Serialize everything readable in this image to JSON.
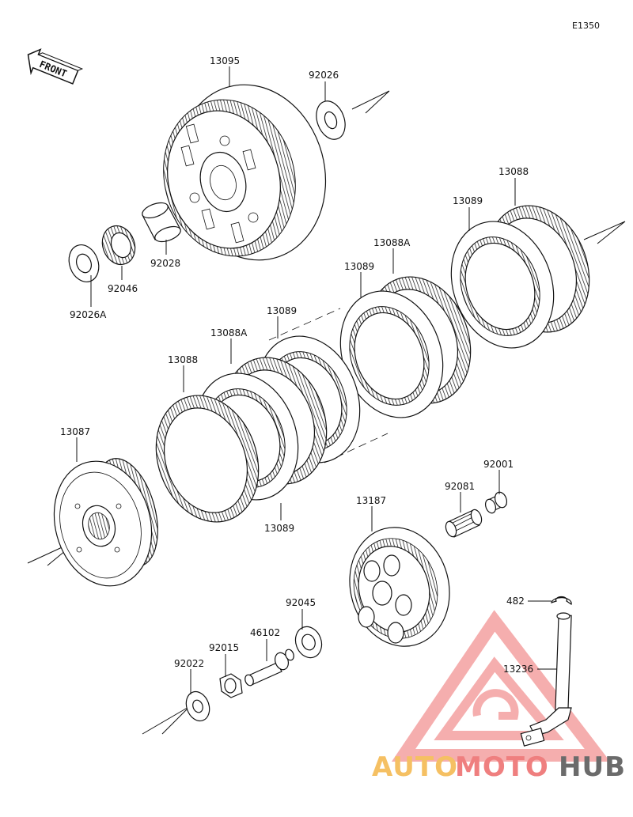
{
  "diagram_code": "E1350",
  "front_label": "FRONT",
  "labels": {
    "p13095": "13095",
    "p92026": "92026",
    "p92026A": "92026A",
    "p92046": "92046",
    "p92028": "92028",
    "p13088_top": "13088",
    "p13089_top": "13089",
    "p13088A_upper": "13088A",
    "p13089_mid": "13089",
    "p13089_left": "13089",
    "p13088A_lower": "13088A",
    "p13088_left": "13088",
    "p13087": "13087",
    "p13089_bottom": "13089",
    "p92001": "92001",
    "p92081": "92081",
    "p13187": "13187",
    "p92045": "92045",
    "p482": "482",
    "p46102": "46102",
    "p92015": "92015",
    "p92022": "92022",
    "p13236": "13236"
  },
  "watermark": {
    "word_auto": "AUTO",
    "word_moto": "MOTO",
    "word_hub": "HUB",
    "color_auto": "#f5c063",
    "color_moto": "#ef7f7f",
    "color_hub": "#6b6b6b",
    "color_triangle": "#f4a0a0"
  }
}
